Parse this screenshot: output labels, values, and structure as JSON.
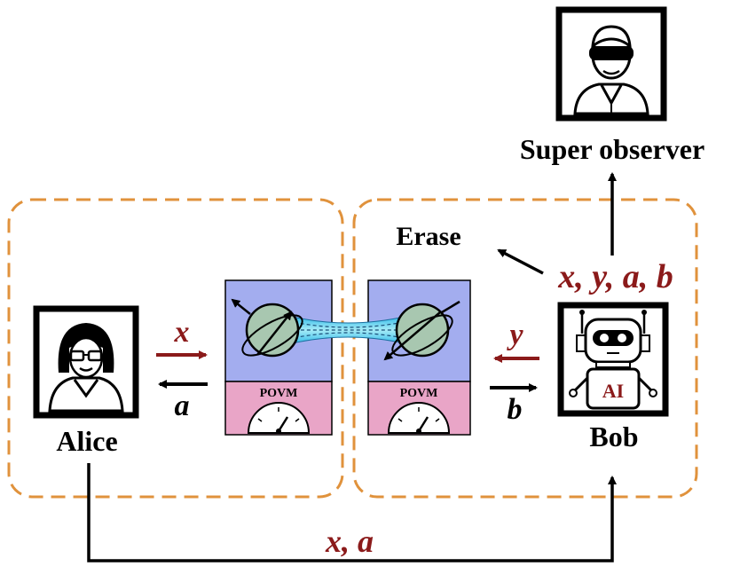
{
  "labels": {
    "super_observer": "Super observer",
    "erase": "Erase",
    "alice": "Alice",
    "bob": "Bob",
    "ai": "AI",
    "povm_left": "POVM",
    "povm_right": "POVM"
  },
  "signals": {
    "alice_in": "x",
    "alice_out": "a",
    "bob_in": "y",
    "bob_out": "b",
    "to_super": "x, y, a, b",
    "bottom_link": "x, a"
  },
  "colors": {
    "dashed_box": "#e0923c",
    "red_arrow": "#8b1a1a",
    "measure_top": "#a3adef",
    "measure_bottom": "#e9a5c7",
    "sphere": "#a8c7b0",
    "entangle": "#5fc8e8"
  },
  "icons": {
    "alice": "woman-with-glasses-icon",
    "bob": "robot-icon",
    "super_observer": "man-with-goggles-icon"
  }
}
